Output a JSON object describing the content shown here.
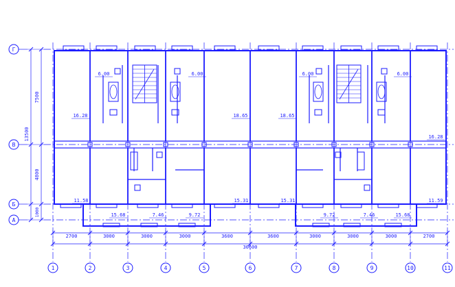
{
  "colors": {
    "line": "#1a1aff",
    "background": "#ffffff"
  },
  "row_axes": [
    "Г",
    "В",
    "Б",
    "А"
  ],
  "column_axes": [
    "1",
    "2",
    "3",
    "4",
    "5",
    "6",
    "7",
    "8",
    "9",
    "10",
    "11"
  ],
  "bay_dimensions": [
    "2700",
    "3000",
    "3000",
    "3000",
    "3600",
    "3600",
    "3000",
    "3000",
    "3000",
    "2700"
  ],
  "total_length": "30600",
  "vertical_dimensions": {
    "overall": "13500",
    "upper": "7500",
    "lower": "4800",
    "offset": "1000"
  },
  "room_areas": [
    "16.28",
    "6.00",
    "6.00",
    "18.65",
    "18.65",
    "6.00",
    "6.00",
    "16.28",
    "11.58",
    "15.68",
    "7.46",
    "9.72",
    "15.31",
    "15.31",
    "9.72",
    "7.46",
    "15.68",
    "11.59"
  ]
}
